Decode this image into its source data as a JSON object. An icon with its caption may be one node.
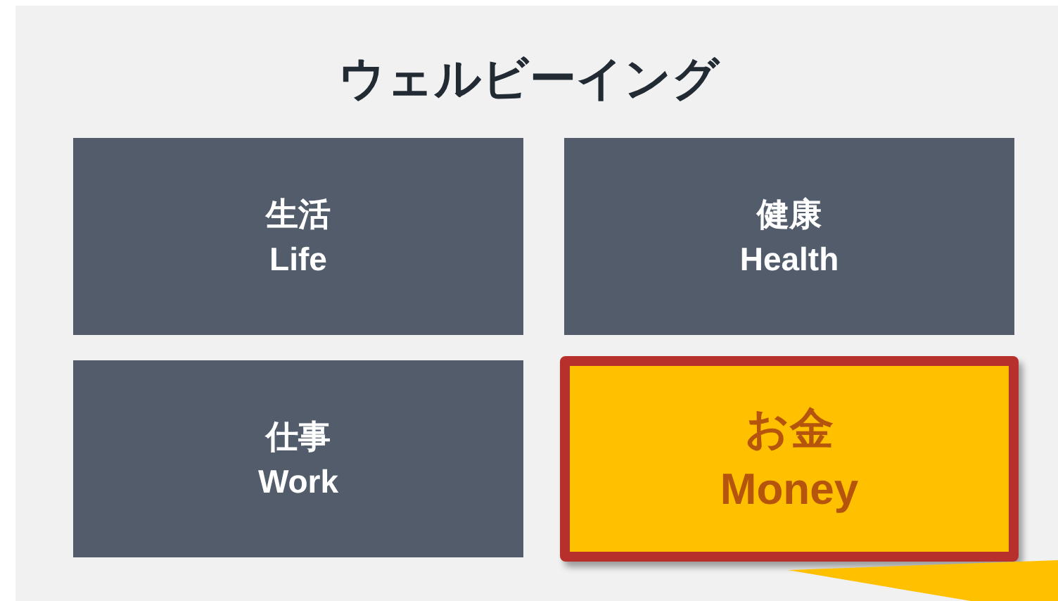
{
  "diagram": {
    "title": "ウェルビーイング",
    "nodes": [
      {
        "text": [
          "生活",
          "Life"
        ]
      },
      {
        "text": [
          "健康",
          "Health"
        ]
      },
      {
        "text": [
          "仕事",
          "Work"
        ]
      },
      {
        "text": [
          "お金",
          "Money"
        ]
      },
      {
        "text": [],
        "shape": "triangle"
      }
    ]
  }
}
